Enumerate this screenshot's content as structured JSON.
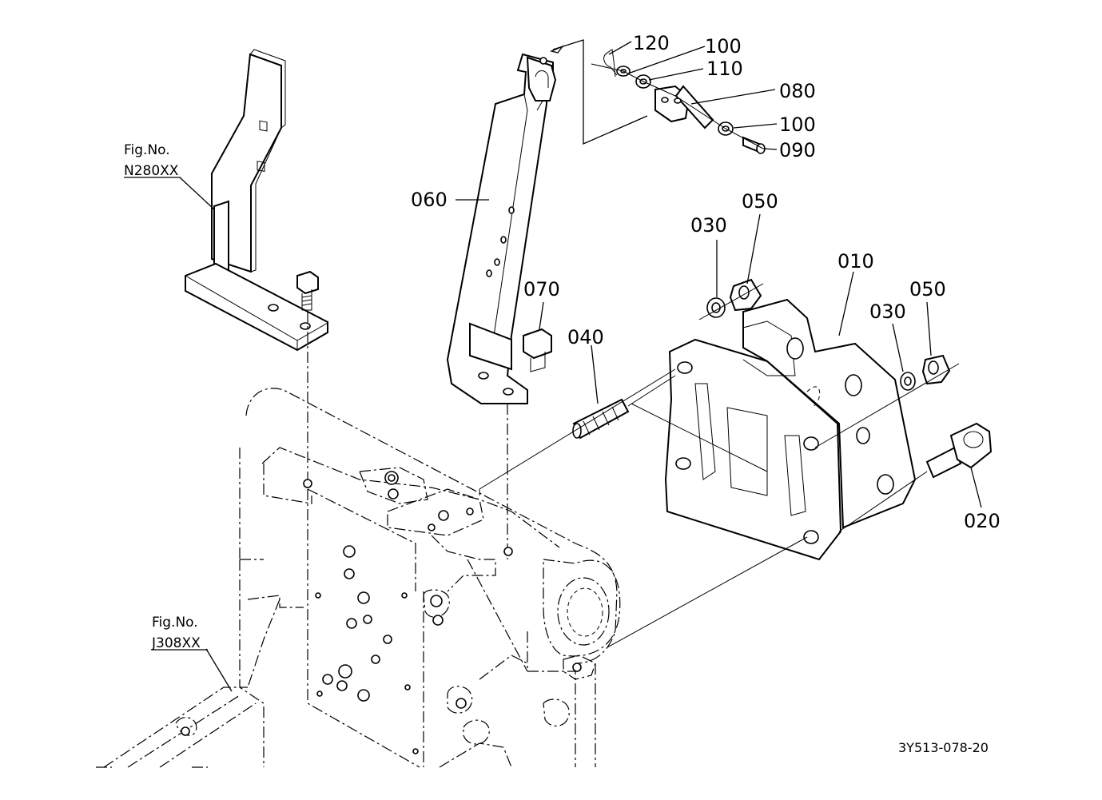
{
  "drawing_code": "3Y513-078-20",
  "figure_refs": [
    {
      "id": "n280",
      "line1": "Fig.No.",
      "line2": "N280XX"
    },
    {
      "id": "j308",
      "line1": "Fig.No.",
      "line2": "J308XX"
    }
  ],
  "part_labels": {
    "p120": "120",
    "p100a": "100",
    "p110": "110",
    "p080": "080",
    "p100b": "100",
    "p090": "090",
    "p060": "060",
    "p030a": "030",
    "p050a": "050",
    "p010": "010",
    "p070": "070",
    "p040": "040",
    "p030b": "030",
    "p050b": "050",
    "p020": "020"
  }
}
